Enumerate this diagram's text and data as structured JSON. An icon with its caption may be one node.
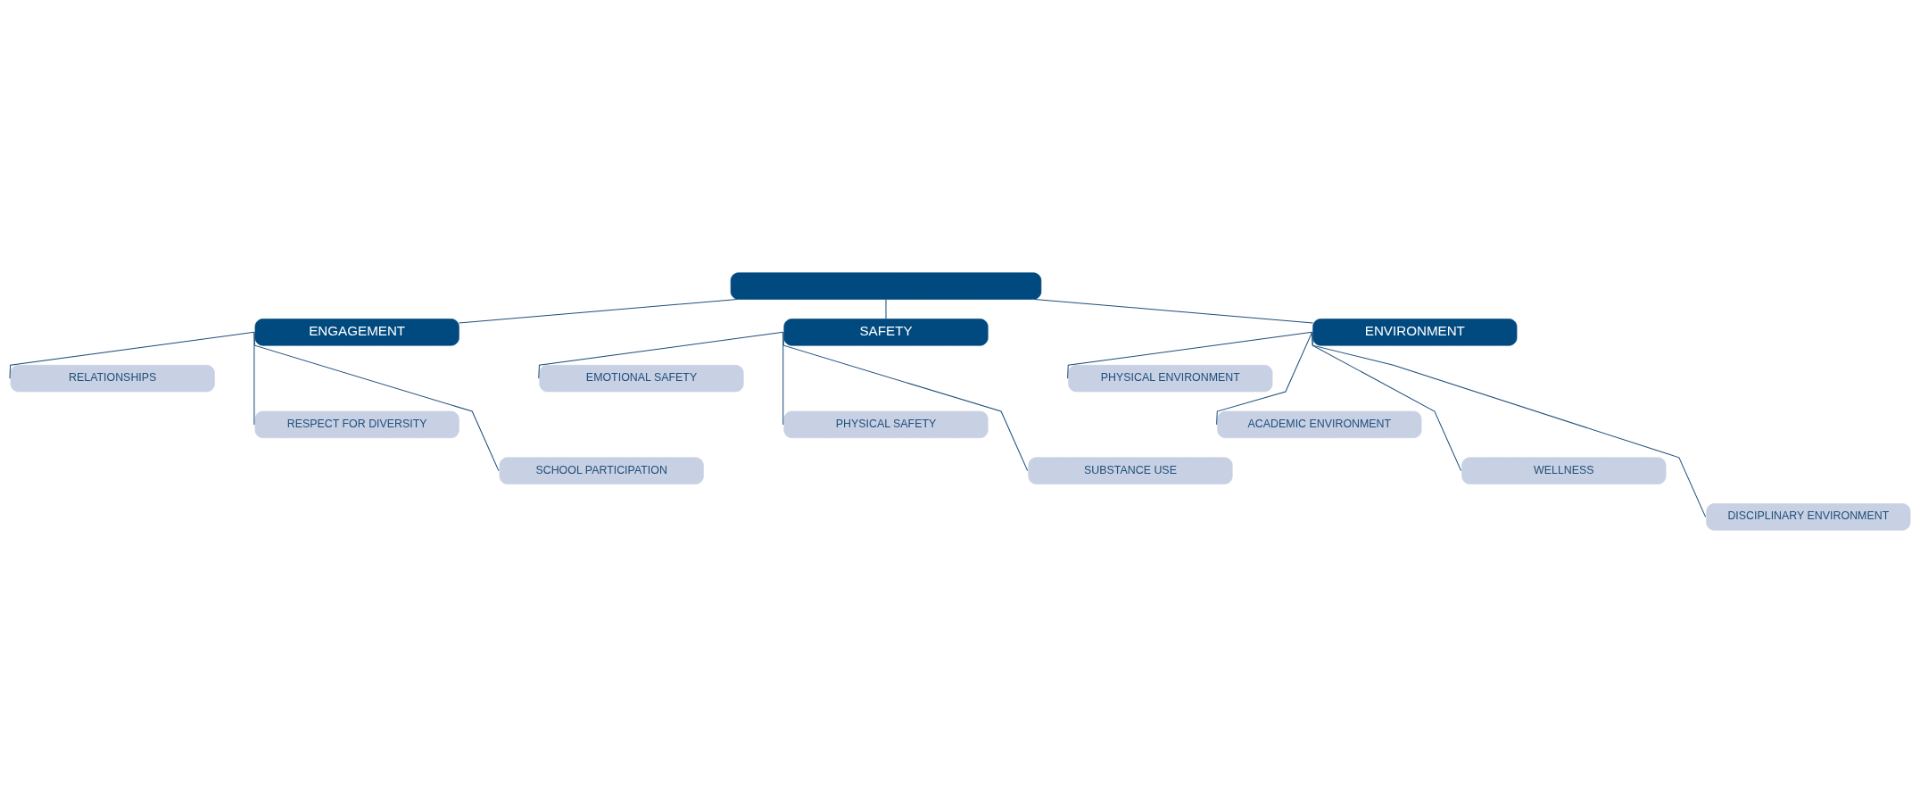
{
  "diagram": {
    "nodes": [
      {
        "text": [],
        "shape": "box"
      },
      {
        "text": [
          "ENGAGEMENT"
        ]
      },
      {
        "text": [
          "RELATIONSHIPS"
        ]
      },
      {
        "text": [
          "RESPECT FOR DIVERSITY"
        ]
      },
      {
        "text": [
          "SCHOOL PARTICIPATION"
        ]
      },
      {
        "text": [
          "SAFETY"
        ]
      },
      {
        "text": [
          "EMOTIONAL SAFETY"
        ]
      },
      {
        "text": [
          "PHYSICAL SAFETY"
        ]
      },
      {
        "text": [
          "SUBSTANCE USE"
        ]
      },
      {
        "text": [
          "ENVIRONMENT"
        ]
      },
      {
        "text": [
          "PHYSICAL ENVIRONMENT"
        ]
      },
      {
        "text": [
          "ACADEMIC ENVIRONMENT"
        ]
      },
      {
        "text": [
          "WELLNESS"
        ]
      },
      {
        "text": [
          "DISCIPLINARY ENVIRONMENT"
        ]
      }
    ],
    "edges": [
      {
        "from": 0,
        "to": 1,
        "arrow": "none"
      },
      {
        "from": 0,
        "to": 5,
        "arrow": "none"
      },
      {
        "from": 0,
        "to": 9,
        "arrow": "none"
      },
      {
        "from": 1,
        "to": 2,
        "arrow": "none"
      },
      {
        "from": 1,
        "to": 3,
        "arrow": "none"
      },
      {
        "from": 1,
        "to": 4,
        "arrow": "none"
      },
      {
        "from": 5,
        "to": 6,
        "arrow": "none"
      },
      {
        "from": 5,
        "to": 7,
        "arrow": "none"
      },
      {
        "from": 5,
        "to": 8,
        "arrow": "none"
      },
      {
        "from": 9,
        "to": 10,
        "arrow": "none"
      },
      {
        "from": 9,
        "to": 11,
        "arrow": "none"
      },
      {
        "from": 9,
        "to": 12,
        "arrow": "none"
      },
      {
        "from": 9,
        "to": 13,
        "arrow": "none"
      }
    ]
  }
}
